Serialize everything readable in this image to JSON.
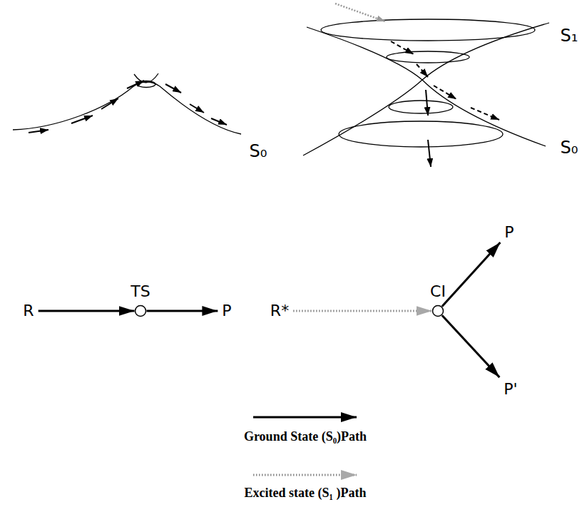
{
  "diagram": {
    "nodes": [
      {
        "text": [
          "R"
        ]
      },
      {
        "text": [
          "TS"
        ]
      },
      {
        "text": [
          "P"
        ]
      },
      {
        "text": [
          "R*"
        ]
      },
      {
        "text": [
          "CI"
        ]
      },
      {
        "text": [
          "P"
        ]
      },
      {
        "text": [
          "P'"
        ]
      }
    ],
    "edges": [
      {
        "from": 0,
        "to": 1,
        "arrow": "to"
      },
      {
        "from": 1,
        "to": 2,
        "arrow": "to"
      },
      {
        "from": 3,
        "to": 4,
        "arrow": "to"
      },
      {
        "from": 4,
        "to": 5,
        "arrow": "to"
      },
      {
        "from": 4,
        "to": 6,
        "arrow": "to"
      }
    ],
    "labels": [
      "S₀",
      "S₁",
      "S₀"
    ],
    "legend": [
      {
        "text": "Ground State (S₀)Path"
      },
      {
        "text": "Excited state (S₁ )Path"
      }
    ]
  }
}
